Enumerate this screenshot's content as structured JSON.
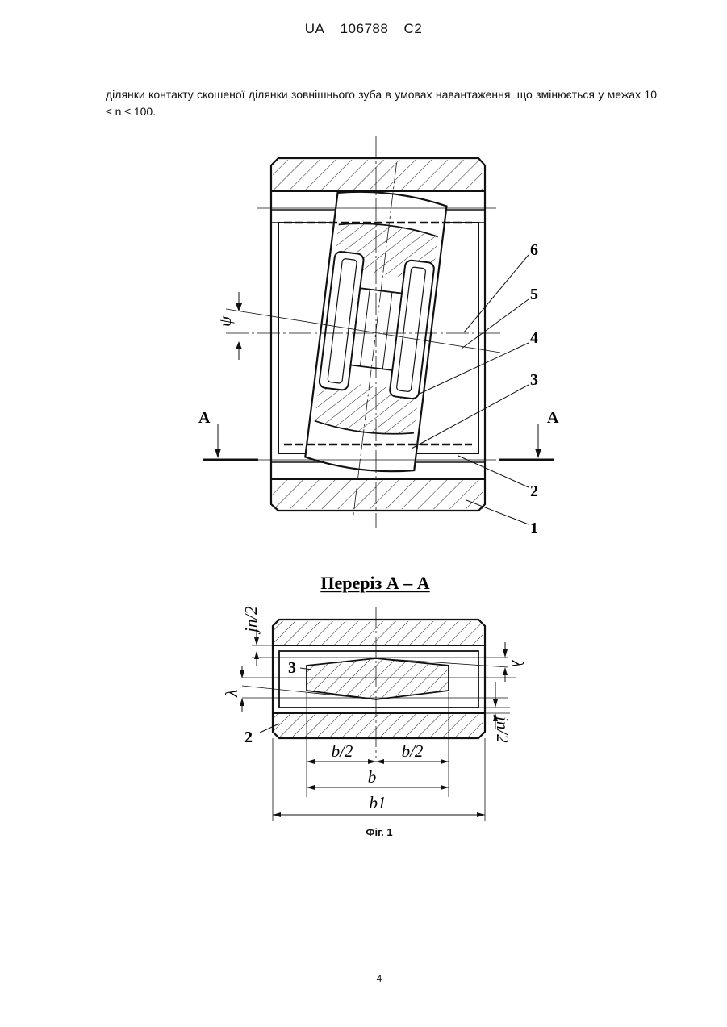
{
  "header": {
    "country": "UA",
    "number": "106788",
    "kind": "C2"
  },
  "paragraph": "ділянки контакту скошеної ділянки зовнішнього зуба в умовах навантаження, що змінюється у межах 10 ≤ n ≤ 100.",
  "figure": {
    "callouts": [
      "6",
      "5",
      "4",
      "3",
      "2",
      "1"
    ],
    "section_mark": "A",
    "angle_symbol": "ψ",
    "section_title": "Переріз А – А",
    "section_callouts": [
      "3",
      "2"
    ],
    "dim_jn_half_top": "jn/2",
    "dim_jn_half_bottom": "jn/2",
    "dim_lambda": "λ",
    "dim_b_half": "b/2",
    "dim_b": "b",
    "dim_b1": "b1"
  },
  "caption": "Фіг. 1",
  "page_number": "4"
}
